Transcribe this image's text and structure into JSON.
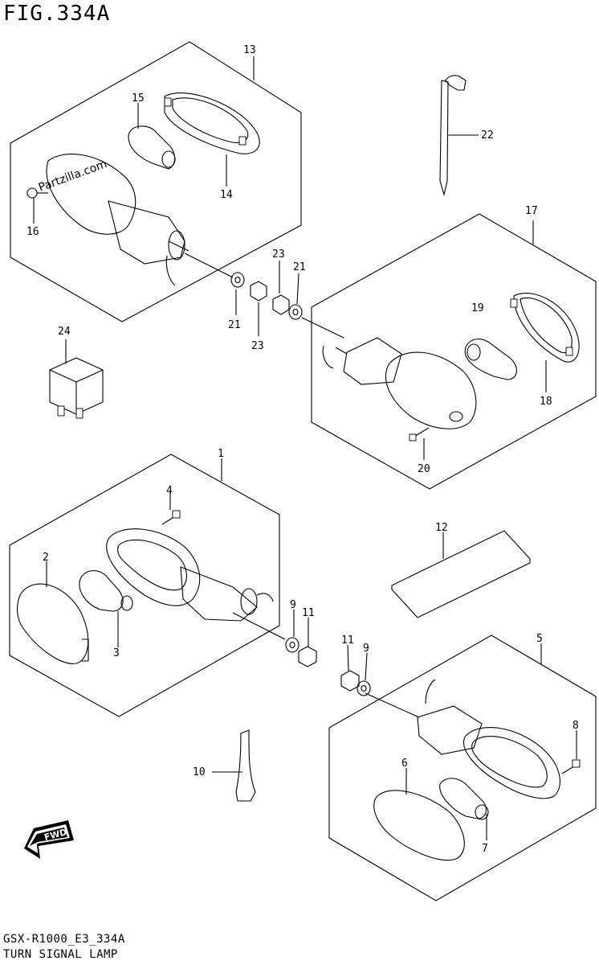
{
  "figure": {
    "title": "FIG.334A",
    "footer_code": "GSX-R1000_E3_334A",
    "footer_name": "TURN SIGNAL LAMP"
  },
  "watermark": "Partzilla.com",
  "fwd_label": "FWD",
  "callouts": {
    "c1": "1",
    "c2": "2",
    "c3": "3",
    "c4": "4",
    "c5": "5",
    "c6": "6",
    "c7": "7",
    "c8": "8",
    "c9a": "9",
    "c9b": "9",
    "c10": "10",
    "c11a": "11",
    "c11b": "11",
    "c12": "12",
    "c13": "13",
    "c14": "14",
    "c15": "15",
    "c16": "16",
    "c17": "17",
    "c18": "18",
    "c19": "19",
    "c20": "20",
    "c21a": "21",
    "c21b": "21",
    "c22": "22",
    "c23a": "23",
    "c23b": "23",
    "c24": "24"
  }
}
